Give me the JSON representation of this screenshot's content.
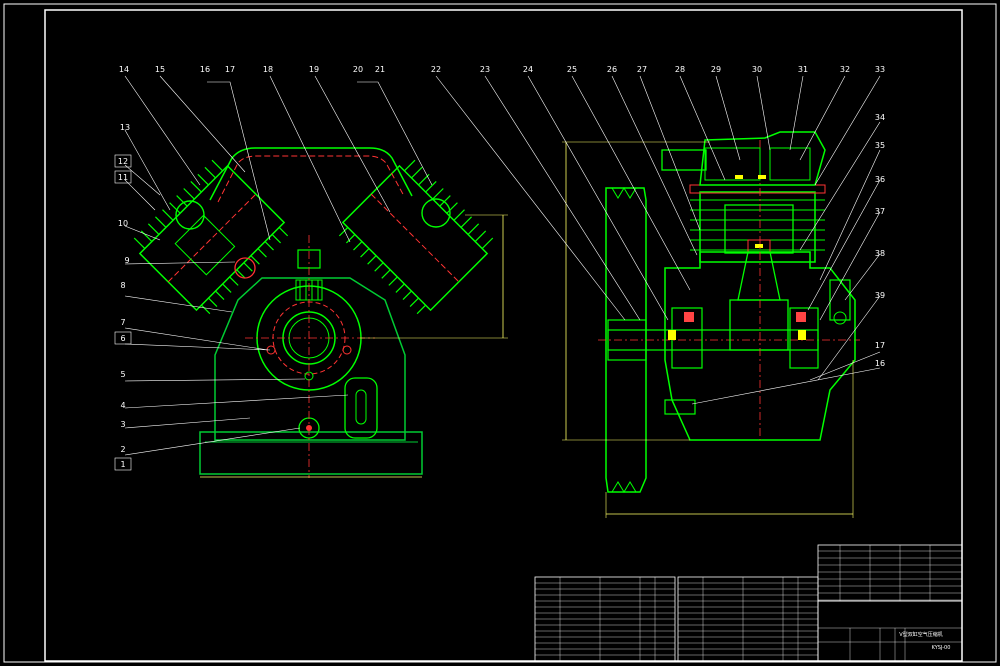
{
  "colors": {
    "background": "#000000",
    "frame": "#ffffff",
    "geometry": "#00ff00",
    "centerline": "#ff0000",
    "leader": "#ffffff",
    "dimension": "#ffff00",
    "title_text": "#00ffff"
  },
  "left_view_labels": [
    "14",
    "15",
    "16",
    "17",
    "18",
    "19",
    "20",
    "21",
    "13",
    "12",
    "11",
    "10",
    "9",
    "8",
    "7",
    "6",
    "5",
    "4",
    "3",
    "2",
    "1"
  ],
  "right_view_labels": [
    "22",
    "23",
    "24",
    "25",
    "26",
    "27",
    "28",
    "29",
    "30",
    "31",
    "32",
    "33",
    "34",
    "35",
    "36",
    "37",
    "38",
    "39",
    "17",
    "16"
  ],
  "title_block": {
    "drawing_name": "V型双缸空气压缩机",
    "drawing_number": "KYSJ-00"
  }
}
